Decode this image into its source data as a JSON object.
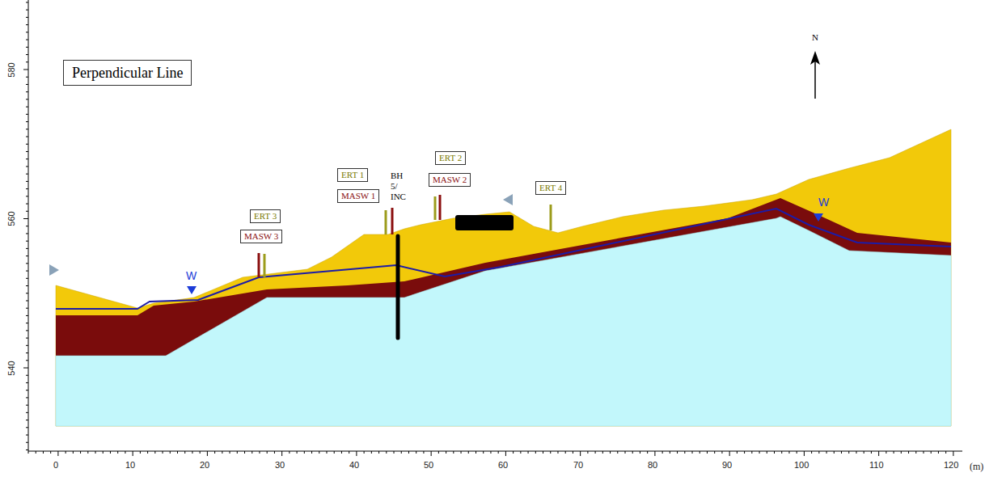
{
  "diagram": {
    "nodes": [
      {
        "text": [
          "Perpendicular Line"
        ]
      },
      {
        "text": [
          "ERT 3"
        ]
      },
      {
        "text": [
          "MASW 3"
        ]
      },
      {
        "text": [
          "ERT 1"
        ]
      },
      {
        "text": [
          "MASW 1"
        ]
      },
      {
        "text": [
          "BH 5/ INC"
        ]
      },
      {
        "text": [
          "ERT 2"
        ]
      },
      {
        "text": [
          "MASW 2"
        ]
      },
      {
        "text": [
          "ERT 4"
        ]
      }
    ],
    "labels": [
      "N",
      "W",
      "W",
      "580",
      "560",
      "540",
      "0",
      "10",
      "20",
      "30",
      "40",
      "50",
      "60",
      "70",
      "80",
      "90",
      "100",
      "110",
      "120",
      "(m)"
    ]
  }
}
